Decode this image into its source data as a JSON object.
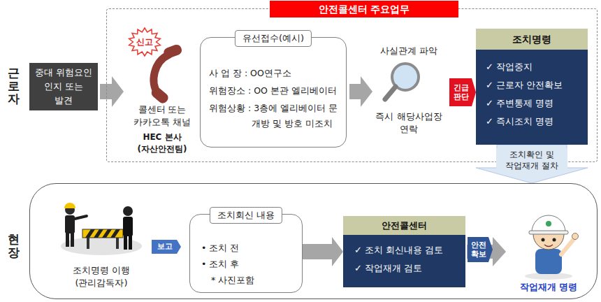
{
  "diagram": {
    "nodes": [
      {
        "text": [
          "중대 위험요인 인지 또는 발견"
        ]
      },
      {
        "text": [
          "안전콜센터 주요업무"
        ]
      },
      {
        "text": [
          "신고"
        ],
        "in": 1
      },
      {
        "text": [
          "유선접수(예시)",
          "사 업 장 : OO연구소",
          "위험장소 : OO 본관 엘리베이터",
          "위험상황 : 3층에 엘리베이터 문 개방 및 방호 미조치"
        ],
        "in": 1
      },
      {
        "text": [
          "긴급 판단"
        ],
        "in": 1
      },
      {
        "text": [
          "조치명령",
          "✓ 작업중지",
          "✓ 근로자 안전확보",
          "✓ 주변통제 명령",
          "✓ 즉시조치 명령"
        ],
        "in": 1
      },
      {
        "text": [
          "현장"
        ]
      },
      {
        "text": [
          "보고"
        ],
        "in": 6
      },
      {
        "text": [
          "조치회신 내용",
          "• 조치 전",
          "• 조치 후",
          "* 사진포함"
        ],
        "in": 6
      },
      {
        "text": [
          "안전콜센터",
          "✓ 조치 회신내용 검토",
          "✓ 작업재개 검토"
        ],
        "in": 6
      },
      {
        "text": [
          "안전 확보"
        ],
        "in": 6
      }
    ],
    "edges": [
      {
        "from": 5,
        "to": 6,
        "arrow": "to",
        "label": "조치확인 및 작업재개 절차"
      },
      {
        "from": 8,
        "to": 9,
        "arrow": "to"
      }
    ],
    "labels": [
      "근로자",
      "콜센터 또는 카카오톡 채널",
      "HEC 본사 (자산안전팀)",
      "사실관계 파악",
      "즉시 해당사업장 연락",
      "조치명령 이행 (관리감독자)",
      "작업재개 명령"
    ]
  }
}
